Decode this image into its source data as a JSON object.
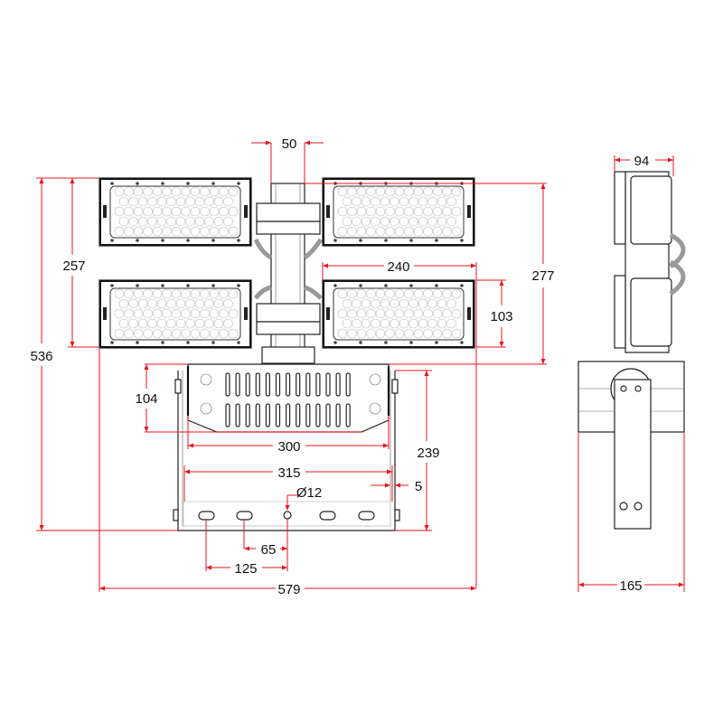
{
  "drawing": {
    "front_view": {
      "dimensions": {
        "pole_width": "50",
        "panel_pair_height": "257",
        "total_height": "536",
        "panel_width": "240",
        "pole_top_to_bracket": "277",
        "panel_height": "103",
        "bracket_plate_height": "104",
        "bracket_plate_width": "300",
        "bracket_height": "239",
        "bracket_width": "315",
        "bracket_thickness": "5",
        "hole_diameter": "Ø12",
        "slot_spacing_small": "65",
        "slot_spacing_large": "125",
        "total_width": "579"
      }
    },
    "side_view": {
      "dimensions": {
        "depth": "94",
        "bracket_depth": "165"
      }
    },
    "colors": {
      "dimension": "#e8141c",
      "outline": "#222222"
    }
  }
}
